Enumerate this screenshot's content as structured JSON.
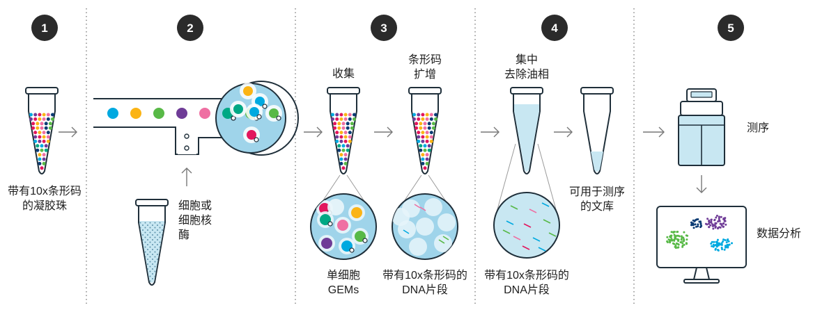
{
  "steps": [
    "1",
    "2",
    "3",
    "4",
    "5"
  ],
  "labels": {
    "gel_beads": [
      "带有10x条形码",
      "的凝胶珠"
    ],
    "cells_nuclei": [
      "细胞或",
      "细胞核"
    ],
    "enzyme": "酶",
    "collect": "收集",
    "barcode_amplify": [
      "条形码",
      "扩增"
    ],
    "single_cell_gems": [
      "单细胞",
      "GEMs"
    ],
    "barcoded_dna_3": [
      "带有10x条形码的",
      "DNA片段"
    ],
    "pool_break": [
      "集中",
      "去除油相"
    ],
    "barcoded_dna_4": [
      "带有10x条形码的",
      "DNA片段"
    ],
    "library": [
      "可用于测序",
      "的文库"
    ],
    "sequencing": "测序",
    "data_analysis": "数据分析"
  },
  "colors": {
    "step_badge": "#2b2b2b",
    "liquid": "#c8e7f2",
    "channel_bg": "#9fd4ea",
    "outline": "#1f2f3a",
    "arrow": "#777777",
    "bead_palette": [
      "#00a9e0",
      "#fbb415",
      "#58b947",
      "#6f3c97",
      "#ef6fa2",
      "#00a884",
      "#e2165d",
      "#0b3b73"
    ]
  }
}
